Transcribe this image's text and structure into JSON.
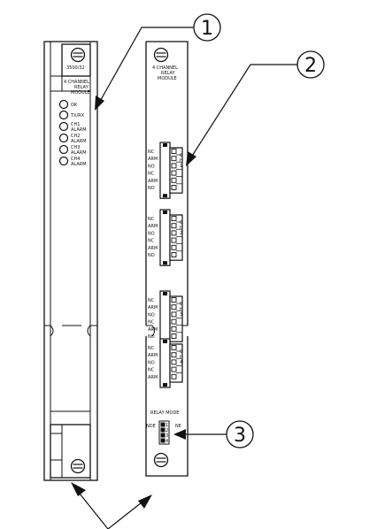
{
  "callouts": [
    "1",
    "2",
    "3"
  ],
  "left_panel": {
    "model": "3500/32",
    "title_lines": [
      "4 CHANNEL",
      "RELAY",
      "MODULE"
    ],
    "leds": [
      {
        "name": "ok",
        "lines": [
          "OK"
        ]
      },
      {
        "name": "txrx",
        "lines": [
          "TX/RX"
        ]
      },
      {
        "name": "ch1-alarm",
        "lines": [
          "CH1",
          "ALARM"
        ]
      },
      {
        "name": "ch2-alarm",
        "lines": [
          "CH2",
          "ALARM"
        ]
      },
      {
        "name": "ch3-alarm",
        "lines": [
          "CH3",
          "ALARM"
        ]
      },
      {
        "name": "ch4-alarm",
        "lines": [
          "CH4",
          "ALARM"
        ]
      }
    ]
  },
  "right_panel": {
    "title_lines": [
      "4 CHANNEL",
      "RELAY",
      "MODULE"
    ],
    "connectors": [
      {
        "name": "ch1",
        "labels": [
          "NC",
          "ARM",
          "NO",
          "NC",
          "ARM",
          "NO"
        ],
        "tag": [
          "C",
          "H",
          "1"
        ]
      },
      {
        "name": "ch2",
        "labels": [
          "NC",
          "ARM",
          "NO",
          "NC",
          "ARM",
          "NO"
        ],
        "tag": [
          "C",
          "H",
          "2"
        ]
      },
      {
        "name": "ch3",
        "labels": [
          "NC",
          "ARM",
          "NO",
          "NC",
          "ARM",
          "NO"
        ],
        "tag": [
          "C",
          "H",
          "3"
        ]
      },
      {
        "name": "ch4",
        "labels": [
          "NC",
          "ARM",
          "NO",
          "NC",
          "ARM"
        ],
        "tag": [
          "C",
          "H",
          "4"
        ]
      }
    ],
    "relay_mode": {
      "title": "RELAY MODE",
      "left": "NDE",
      "right": "NE",
      "switch_marks": [
        "1",
        "2",
        "3",
        "4"
      ]
    }
  },
  "colors": {
    "line": "#111111",
    "background": "#ffffff"
  }
}
